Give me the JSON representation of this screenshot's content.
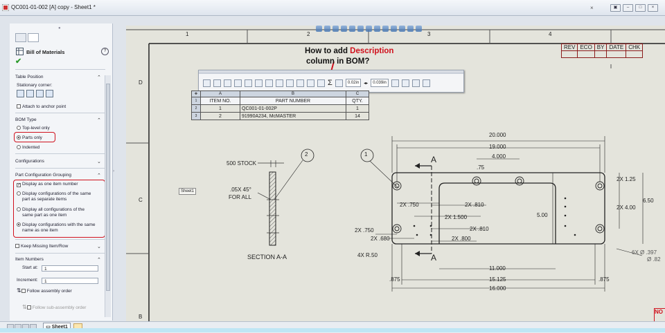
{
  "window": {
    "title": "QC001-01-002 [A] copy - Sheet1 *"
  },
  "panel": {
    "title": "Bill of Materials",
    "help": "?",
    "ok_glyph": "✔",
    "table_position": {
      "heading": "Table Position",
      "stationary_corner": "Stationary corner:",
      "attach_label": "Attach to anchor point"
    },
    "bom_type": {
      "heading": "BOM Type",
      "options": [
        "Top-level only",
        "Parts only",
        "Indented"
      ],
      "selected": "Parts only"
    },
    "configurations": {
      "heading": "Configurations"
    },
    "grouping": {
      "heading": "Part Configuration Grouping",
      "opt1": "Display as one item number",
      "opt2a": "Display configurations of the same",
      "opt2b": "part as separate items",
      "opt3a": "Display all configurations of the",
      "opt3b": "same part as one item",
      "opt4a": "Display configurations with the same",
      "opt4b": "name as one item"
    },
    "keep_missing": "Keep Missing Item/Row",
    "item_numbers": {
      "heading": "Item Numbers",
      "start_label": "Start at:",
      "start_value": "1",
      "increment_label": "Increment:",
      "increment_value": "1",
      "follow_assembly": "Follow assembly order",
      "follow_subassembly": "Follow sub-assembly order"
    }
  },
  "sheet_tab": "Sheet1",
  "floating_toolbar": {
    "width1": "0.02in",
    "width2": "0.039in",
    "sigma": "Σ"
  },
  "annotation": {
    "line1": "How to add ",
    "highlight": "Description",
    "line2": "column in BOM?"
  },
  "column_letters": [
    "1",
    "2",
    "3",
    "4"
  ],
  "row_letters": [
    "D",
    "C",
    "B"
  ],
  "bom_table": {
    "col_letters": [
      "A",
      "B",
      "C"
    ],
    "headers": [
      "ITEM NO.",
      "PART NUMBER",
      "QTY."
    ],
    "row_numbers": [
      "1",
      "2",
      "3"
    ],
    "rows": [
      [
        "1",
        "QC001-01-002P",
        "1"
      ],
      [
        "2",
        "91990A234, McMASTER",
        "14"
      ]
    ]
  },
  "sheet_label": "Sheet1",
  "revision_table": [
    "REV",
    "ECO",
    "BY",
    "DATE",
    "CHK"
  ],
  "drawing": {
    "balloon1": "1",
    "balloon2": "2",
    "stock": "500 STOCK",
    "chamfer1": ".05X 45°",
    "chamfer2": "FOR ALL",
    "section_title": "SECTION A-A",
    "section_letter": "A",
    "dims": {
      "d20": "20.000",
      "d19": "19.000",
      "d4": "4.000",
      "d75": ".75",
      "d2x750": "2X .750",
      "d2x810a": "2X .810",
      "d2x1500": "2X 1.500",
      "d2x810b": "2X .810",
      "d2x750b": "2X .750",
      "d2x680": "2X .680",
      "d2x800": "2X .800",
      "d4xr": "4X R.50",
      "d500": "5.00",
      "d2x125": "2X 1.25",
      "d2x400": "2X 4.00",
      "d650": "6.50",
      "d11": "11.000",
      "d15": "15.125",
      "d16": "16.000",
      "d875a": ".875",
      "d875b": ".875",
      "d6x": "6X Ø .397",
      "d6xb": "Ø .82"
    }
  },
  "note_box": "NO"
}
